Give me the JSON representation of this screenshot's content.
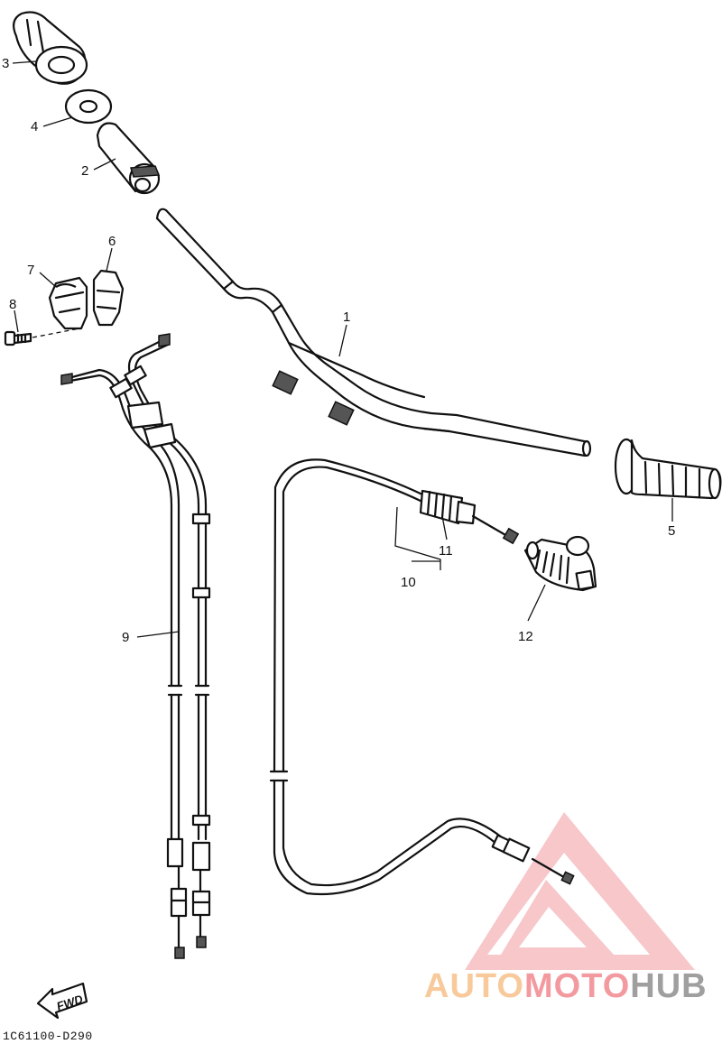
{
  "callouts": {
    "c1": "1",
    "c2": "2",
    "c3": "3",
    "c4": "4",
    "c5": "5",
    "c6": "6",
    "c7": "7",
    "c8": "8",
    "c9": "9",
    "c10": "10",
    "c11": "11",
    "c12": "12"
  },
  "fwd_label": "FWD",
  "diagram_code": "1C61100-D290",
  "watermark": {
    "part1": "AUTO",
    "part2": "MOTO",
    "part3": "HUB"
  },
  "colors": {
    "watermark_orange": "#f8c99a",
    "watermark_red": "#f39aa0",
    "watermark_gray": "#9f9f9f",
    "line": "#111111"
  }
}
